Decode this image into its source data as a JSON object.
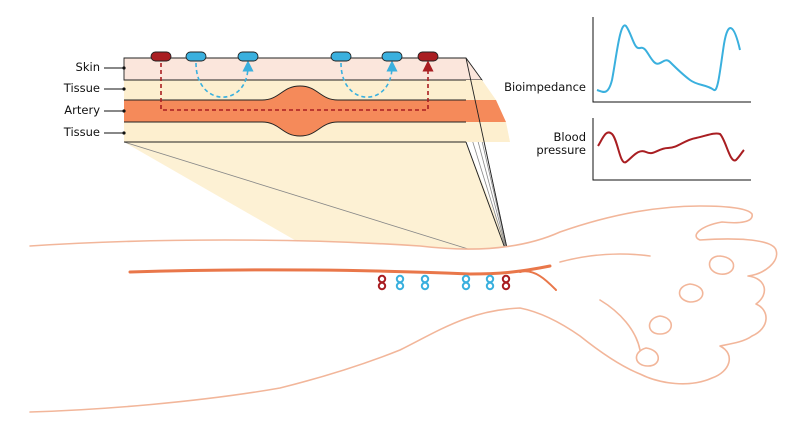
{
  "layers": {
    "skin": "Skin",
    "tissue_top": "Tissue",
    "artery": "Artery",
    "tissue_bottom": "Tissue"
  },
  "signals": {
    "bioimpedance": "Bioimpedance",
    "blood_pressure_line1": "Blood",
    "blood_pressure_line2": "pressure"
  },
  "colors": {
    "skin_layer": "#fbe6dc",
    "tissue_layer": "#fdefcf",
    "artery_layer": "#f58a5a",
    "artery_line": "#e9774a",
    "arm_outline": "#f2b69a",
    "bioimpedance_blue": "#3ab0de",
    "pressure_red": "#a91e22",
    "label_text": "#111111"
  },
  "electrodes": [
    {
      "type": "current",
      "color_name": "red"
    },
    {
      "type": "sense",
      "color_name": "blue"
    },
    {
      "type": "sense",
      "color_name": "blue"
    },
    {
      "type": "sense",
      "color_name": "blue"
    },
    {
      "type": "sense",
      "color_name": "blue"
    },
    {
      "type": "current",
      "color_name": "red"
    }
  ],
  "icons": {
    "electrode": "electrode-icon",
    "arrow": "arrow-up-icon"
  }
}
